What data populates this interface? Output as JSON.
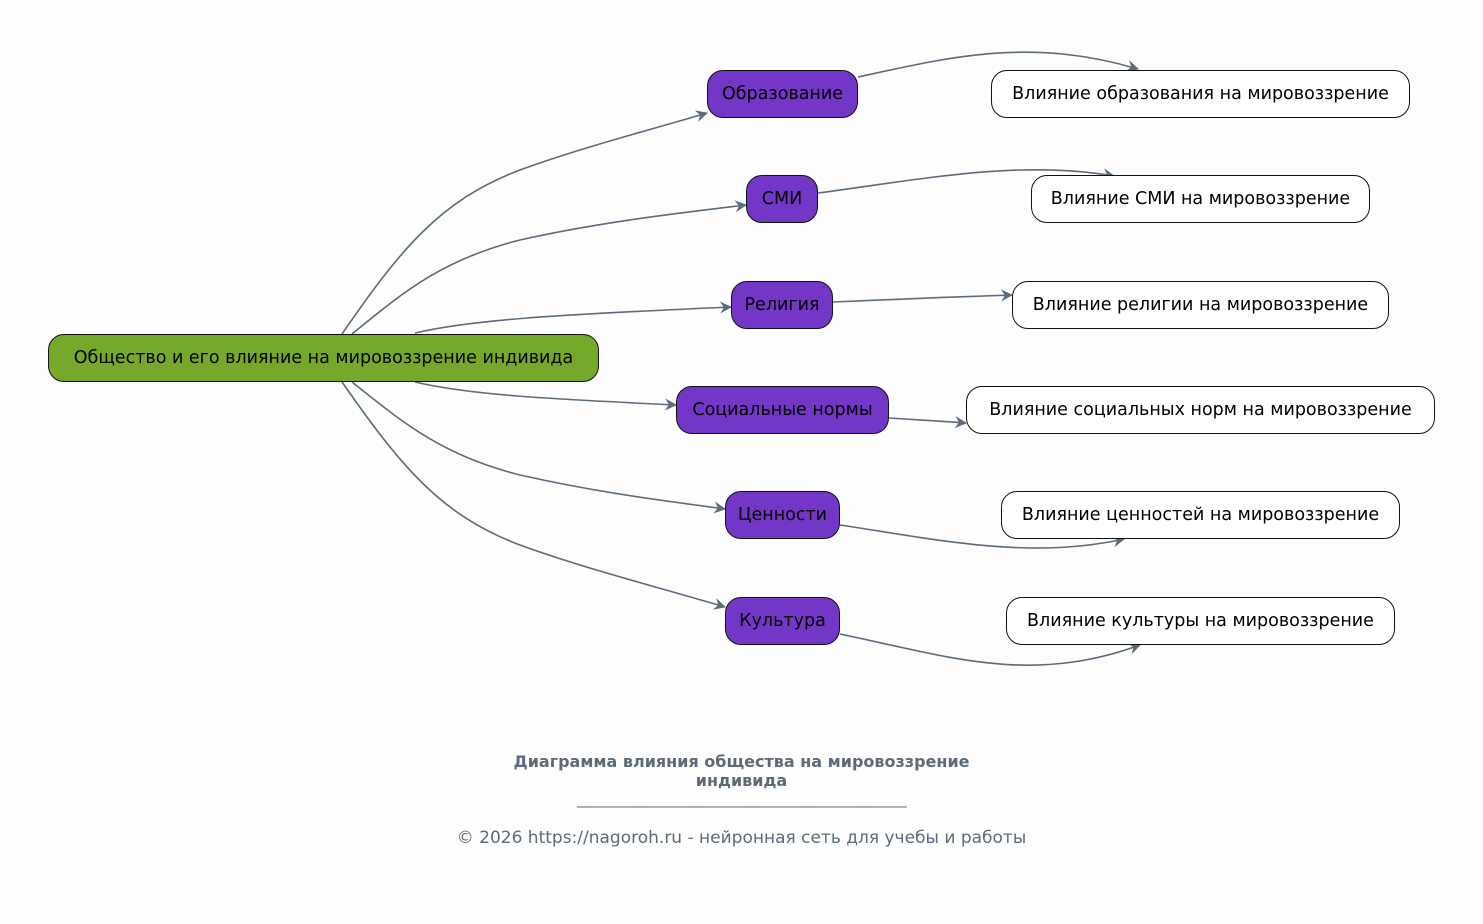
{
  "root": {
    "label": "Общество и его влияние на мировоззрение индивида"
  },
  "branches": [
    {
      "label": "Образование",
      "leaf": "Влияние образования на мировоззрение"
    },
    {
      "label": "СМИ",
      "leaf": "Влияние СМИ на мировоззрение"
    },
    {
      "label": "Религия",
      "leaf": "Влияние религии на мировоззрение"
    },
    {
      "label": "Социальные нормы",
      "leaf": "Влияние социальных норм на мировоззрение"
    },
    {
      "label": "Ценности",
      "leaf": "Влияние ценностей на мировоззрение"
    },
    {
      "label": "Культура",
      "leaf": "Влияние культуры на мировоззрение"
    }
  ],
  "caption": {
    "title_line1": "Диаграмма влияния общества на мировоззрение",
    "title_line2": "индивида",
    "rule": "_______________________________________________",
    "footer": "© 2026 https://nagoroh.ru - нейронная сеть для учебы и работы"
  },
  "colors": {
    "root_fill": "#76a92a",
    "branch_fill": "#7436c6",
    "leaf_fill": "#ffffff",
    "edge": "#5c6b7a"
  }
}
